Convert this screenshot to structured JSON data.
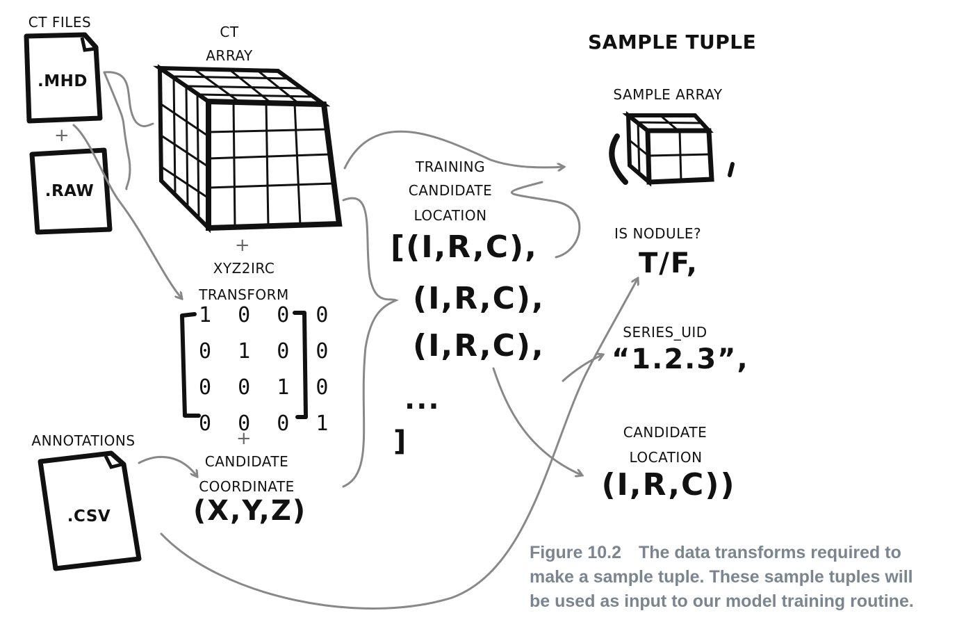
{
  "labels": {
    "ct_files": "CT FILES",
    "mhd": ".MHD",
    "raw": ".RAW",
    "plus": "+",
    "ct": "CT",
    "array": "ARRAY",
    "xyz2irc": "XYZ2IRC",
    "transform": "TRANSFORM",
    "annotations": "ANNOTATIONS",
    "csv": ".CSV",
    "candidate": "CANDIDATE",
    "coordinate": "COORDINATE",
    "xyz": "(X,Y,Z)",
    "training": "TRAINING",
    "candidate2": "CANDIDATE",
    "location": "LOCATION",
    "list_open": "[(I,R,C),",
    "list_item2": "(I,R,C),",
    "list_item3": "(I,R,C),",
    "ellipsis": "...",
    "list_close": "]",
    "sample_tuple": "SAMPLE TUPLE",
    "sample_array": "SAMPLE ARRAY",
    "is_nodule": "IS NODULE?",
    "tf": "T/F,",
    "series_uid": "SERIES_UID",
    "uid_value": "“1.2.3”,",
    "candidate3": "CANDIDATE",
    "location2": "LOCATION",
    "irc_final": "(I,R,C))"
  },
  "matrix_rows": [
    "1 0 0 0",
    "0 1 0 0",
    "0 0 1 0",
    "0 0 0 1"
  ],
  "caption": {
    "line1": "Figure 10.2 The data transforms required to",
    "line2": "make a sample tuple. These sample tuples will",
    "line3": "be used as input to our model training routine."
  },
  "colors": {
    "ink": "#111111",
    "arrow": "#888888",
    "caption": "#7a8590"
  }
}
